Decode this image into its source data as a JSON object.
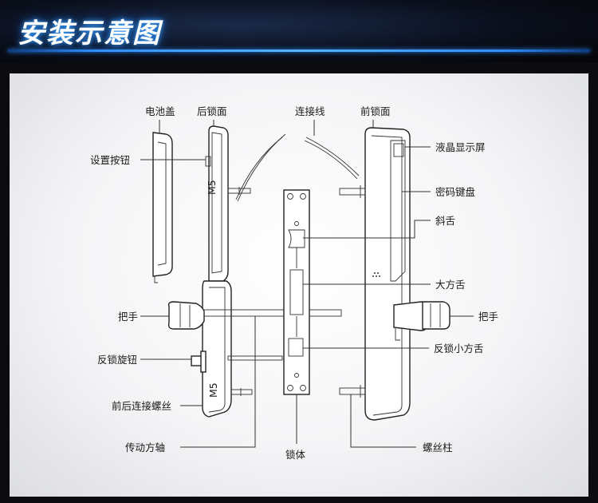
{
  "header": {
    "title": "安装示意图"
  },
  "labels": {
    "battery_cover": "电池盖",
    "rear_panel": "后锁面",
    "cable": "连接线",
    "front_panel": "前锁面",
    "setting_button": "设置按钮",
    "lcd_screen": "液晶显示屏",
    "keypad": "密码键盘",
    "latch_bolt": "斜舌",
    "dead_bolt": "大方舌",
    "handle_left": "把手",
    "handle_right": "把手",
    "anti_lock_knob": "反锁旋钮",
    "anti_lock_small_bolt": "反锁小方舌",
    "connecting_screw": "前后连接螺丝",
    "drive_shaft": "传动方轴",
    "lock_body": "锁体",
    "screw_post": "螺丝柱",
    "screw_mark_top": "M5",
    "screw_mark_bottom": "M5"
  }
}
